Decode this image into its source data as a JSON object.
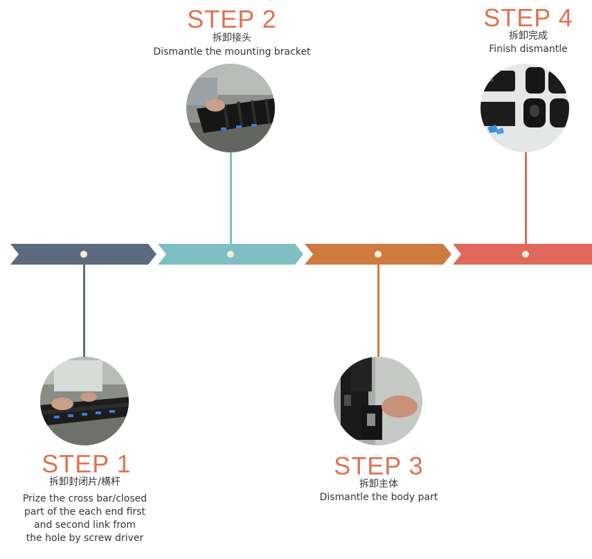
{
  "colors": {
    "slate": "#5c6a80",
    "teal": "#7ebfc3",
    "orange": "#cf7a3e",
    "red": "#e0685c",
    "dot": "#f3ecd6",
    "title": "#e0724f"
  },
  "steps": [
    {
      "title": "STEP 1",
      "cn": "拆卸封闭片/横杆",
      "en": "Prize the cross bar/closed\npart of the each end first\nand second link  from\nthe hole by screw driver",
      "photo_icon": "drag-chain-hands-photo"
    },
    {
      "title": "STEP 2",
      "cn": "拆卸接头",
      "en": "Dismantle the mounting bracket",
      "photo_icon": "drag-chain-bracket-photo"
    },
    {
      "title": "STEP 3",
      "cn": "拆卸主体",
      "en": "Dismantle the body part",
      "photo_icon": "drag-chain-body-photo"
    },
    {
      "title": "STEP 4",
      "cn": "拆卸完成",
      "en": "Finish dismantle",
      "photo_icon": "dismantled-parts-photo"
    }
  ]
}
